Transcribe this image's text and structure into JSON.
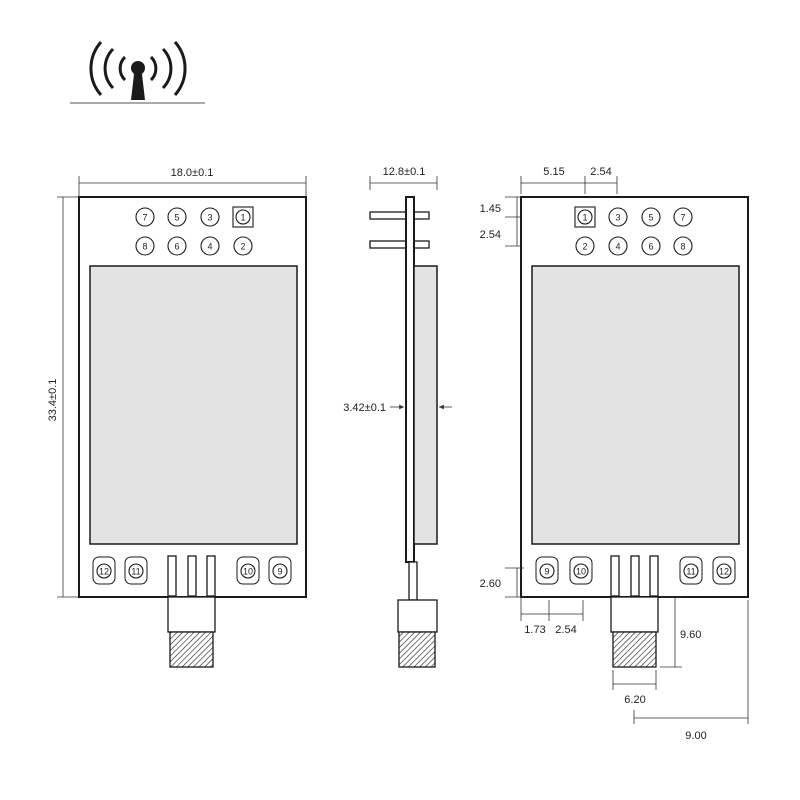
{
  "icon": "wireless-antenna-icon",
  "front_view": {
    "width_label": "18.0±0.1",
    "height_label": "33.4±0.1",
    "top_pins_row1": [
      "7",
      "5",
      "3",
      "1"
    ],
    "top_pins_row2": [
      "8",
      "6",
      "4",
      "2"
    ],
    "bottom_pads": [
      "12",
      "11",
      "10",
      "9"
    ]
  },
  "side_view": {
    "thickness_label": "12.8±0.1",
    "shield_label": "3.42±0.1"
  },
  "back_view": {
    "pin_offset_label": "5.15",
    "pin_pitch_label": "2.54",
    "top_margin_label": "1.45",
    "row_pitch_label": "2.54",
    "top_pins_row1": [
      "1",
      "3",
      "5",
      "7"
    ],
    "top_pins_row2": [
      "2",
      "4",
      "6",
      "8"
    ],
    "bottom_pads": [
      "9",
      "10",
      "11",
      "12"
    ],
    "pad_height_label": "2.60",
    "pad_offset_label": "1.73",
    "pad_pitch_label": "2.54",
    "connector_length_label": "9.60",
    "connector_width_label": "6.20",
    "connector_offset_label": "9.00"
  }
}
